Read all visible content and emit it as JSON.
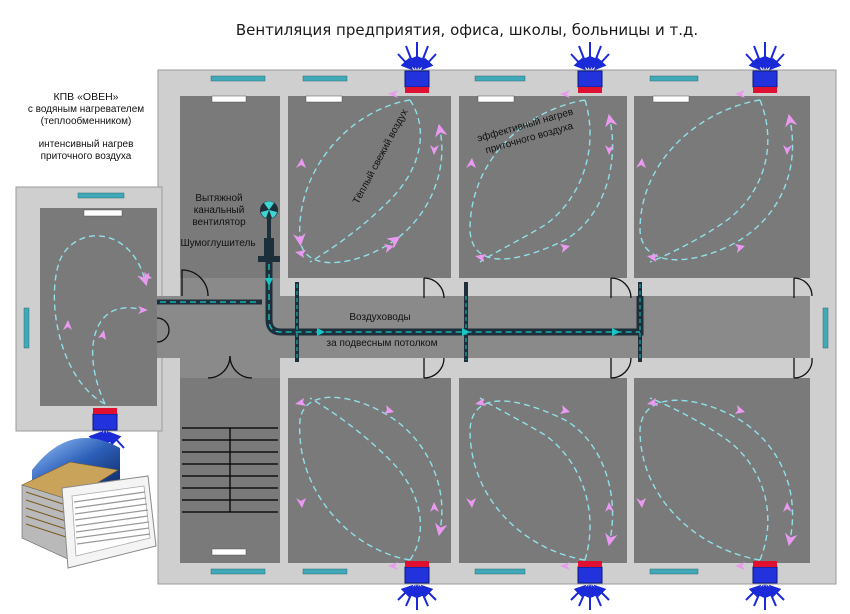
{
  "title": "Вентиляция предприятия, офиса, школы, больницы и т.д.",
  "labels": {
    "kpv_line1": "КПВ «ОВЕН»",
    "kpv_line2": "с водяным нагревателем",
    "kpv_line3": "(теплообменником)",
    "heat_line1": "интенсивный нагрев",
    "heat_line2": "приточного воздуха",
    "exhaust_line1": "Вытяжной",
    "exhaust_line2": "канальный",
    "exhaust_line3": "вентилятор",
    "silencer": "Шумоглушитель",
    "warm_air": "Тёплый свежий воздух",
    "eff_line1": "эффективный нагрев",
    "eff_line2": "приточного воздуха",
    "ducts_line1": "Воздуховоды",
    "ducts_line2": "за подвесным потолком"
  },
  "colors": {
    "wall": "#cfcfcf",
    "room": "#7a7a7a",
    "corridor": "#8a8a8a",
    "duct": "#1d2f3a",
    "duct_flow": "#19c6c6",
    "air_loop": "#8fe0e8",
    "warm_arrow": "#e99af0",
    "unit_blue": "#2233dd",
    "unit_red": "#e01030",
    "intake_arrow": "#1a2ad8"
  }
}
